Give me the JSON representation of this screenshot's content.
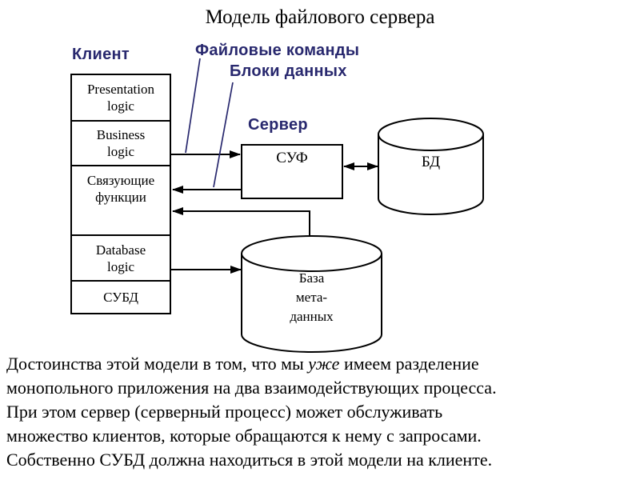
{
  "slide": {
    "title": "Модель файлового сервера"
  },
  "diagram": {
    "client": {
      "label": "Клиент",
      "rows": [
        {
          "label": "Presentation\nlogic"
        },
        {
          "label": "Business\nlogic"
        },
        {
          "label": "Связующие\nфункции"
        },
        {
          "label": "Database\nlogic"
        },
        {
          "label": "СУБД"
        }
      ]
    },
    "callouts": {
      "file_commands": "Файловые команды",
      "data_blocks": "Блоки данных"
    },
    "server": {
      "label": "Сервер",
      "box_label": "СУФ"
    },
    "db_cylinder": {
      "label": "БД"
    },
    "meta_db_cylinder": {
      "label": "База\nмета-\nданных"
    },
    "colors": {
      "accent_navy": "#28286E",
      "line_black": "#000000",
      "background": "#FFFFFF"
    }
  },
  "paragraph": {
    "line1_pre": "Достоинства этой модели в том, что мы ",
    "line1_italic": "уже",
    "line1_post": " имеем разделение",
    "line2": "монопольного приложения на два взаимодействующих процесса.",
    "line3": "При этом сервер (серверный процесс) может обслуживать",
    "line4": "множество клиентов, которые обращаются к нему с запросами.",
    "line5": "Собственно СУБД должна находиться в этой модели на клиенте."
  }
}
